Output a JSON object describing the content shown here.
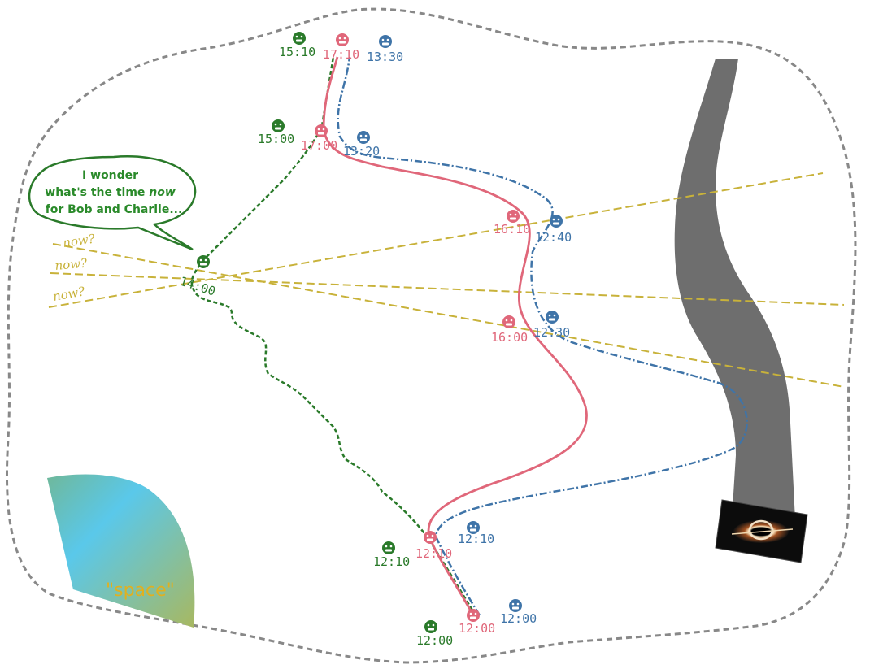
{
  "colors": {
    "alice": "#2a7a2a",
    "bob": "#e0677a",
    "charlie": "#3f74a8",
    "now": "#c8b23a",
    "boundary": "#888888",
    "road": "#707070",
    "space_label": "#e0b020"
  },
  "bubble": {
    "line1": "I wonder",
    "line2a": "what's the time ",
    "line2b": "now",
    "line3": "for Bob and Charlie..."
  },
  "now_labels": [
    "now?",
    "now?",
    "now?"
  ],
  "space_label": "\"space\"",
  "time_labels": {
    "a_1510": "15:10",
    "b_1710": "17:10",
    "c_1330": "13:30",
    "a_1500": "15:00",
    "b_1700": "17:00",
    "c_1320": "13:20",
    "a_1400": "14:00",
    "b_1610": "16:10",
    "c_1240": "12:40",
    "b_1600": "16:00",
    "c_1230": "12:30",
    "a_1210": "12:10",
    "b_1210": "12:10",
    "c_1210": "12:10",
    "a_1200": "12:00",
    "b_1200": "12:00",
    "c_1200": "12:00"
  },
  "icons": {
    "alice": "grinning-face-icon",
    "bob": "grimacing-face-icon",
    "charlie": "neutral-face-icon",
    "galaxy": "black-hole-icon"
  }
}
